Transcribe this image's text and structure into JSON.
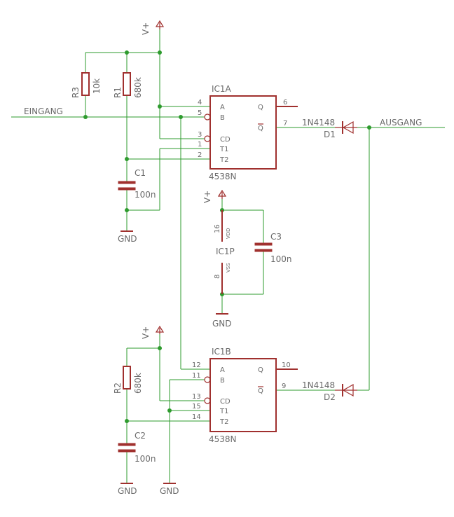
{
  "supply": {
    "vplus": "V+",
    "gnd": "GND"
  },
  "nets": {
    "input": "EINGANG",
    "output": "AUSGANG"
  },
  "resistors": [
    {
      "name": "R3",
      "value": "10k"
    },
    {
      "name": "R1",
      "value": "680k"
    },
    {
      "name": "R2",
      "value": "680k"
    }
  ],
  "capacitors": [
    {
      "name": "C1",
      "value": "100n"
    },
    {
      "name": "C2",
      "value": "100n"
    },
    {
      "name": "C3",
      "value": "100n"
    }
  ],
  "diodes": [
    {
      "name": "D1",
      "value": "1N4148"
    },
    {
      "name": "D2",
      "value": "1N4148"
    }
  ],
  "ic1a": {
    "name": "IC1A",
    "value": "4538N",
    "pins_left": [
      {
        "num": "4",
        "label": "A"
      },
      {
        "num": "5",
        "label": "B"
      },
      {
        "num": "3",
        "label": "CD"
      },
      {
        "num": "1",
        "label": "T1"
      },
      {
        "num": "2",
        "label": "T2"
      }
    ],
    "pins_right": [
      {
        "num": "6",
        "label": "Q"
      },
      {
        "num": "7",
        "label": "Q"
      }
    ]
  },
  "ic1b": {
    "name": "IC1B",
    "value": "4538N",
    "pins_left": [
      {
        "num": "12",
        "label": "A"
      },
      {
        "num": "11",
        "label": "B"
      },
      {
        "num": "13",
        "label": "CD"
      },
      {
        "num": "15",
        "label": "T1"
      },
      {
        "num": "14",
        "label": "T2"
      }
    ],
    "pins_right": [
      {
        "num": "10",
        "label": "Q"
      },
      {
        "num": "9",
        "label": "Q"
      }
    ]
  },
  "ic1p": {
    "name": "IC1P",
    "pins": [
      {
        "num": "16",
        "label": "VDD"
      },
      {
        "num": "8",
        "label": "VSS"
      }
    ]
  }
}
